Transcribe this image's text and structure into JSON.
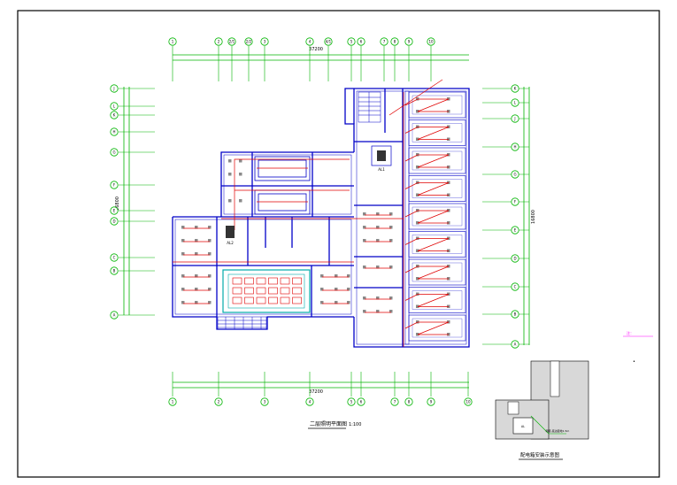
{
  "drawing": {
    "main_title": "二层照明平面图",
    "main_scale": "1:100",
    "detail_title": "配电箱安装示意图",
    "side_note": "注：",
    "detail_label": "AL",
    "detail_callout": "明装,底边距地1.5m"
  },
  "axes": {
    "bottom": [
      "1",
      "2",
      "3",
      "4",
      "5",
      "6",
      "7",
      "8",
      "9",
      "10"
    ],
    "top": [
      "1",
      "2",
      "2/1",
      "2/2",
      "3",
      "4",
      "4/1",
      "5",
      "6",
      "7",
      "8",
      "9",
      "10"
    ],
    "left": [
      "A",
      "B",
      "C",
      "D",
      "E",
      "F",
      "G",
      "H",
      "J",
      "K",
      "L"
    ],
    "right": [
      "A",
      "B",
      "C",
      "D",
      "E",
      "F",
      "G",
      "H",
      "J",
      "K",
      "L"
    ]
  },
  "dimensions": {
    "top_total": "37200",
    "bottom_total": "37200",
    "left_total": "16800",
    "right_total": "16800"
  },
  "panels": [
    "AL1",
    "AL2"
  ],
  "colors": {
    "frame": "#000000",
    "wall": "#0000c8",
    "wiring": "#e00000",
    "axis": "#00b400",
    "fixture": "#8a8a8a",
    "accent": "#ff00ff"
  }
}
